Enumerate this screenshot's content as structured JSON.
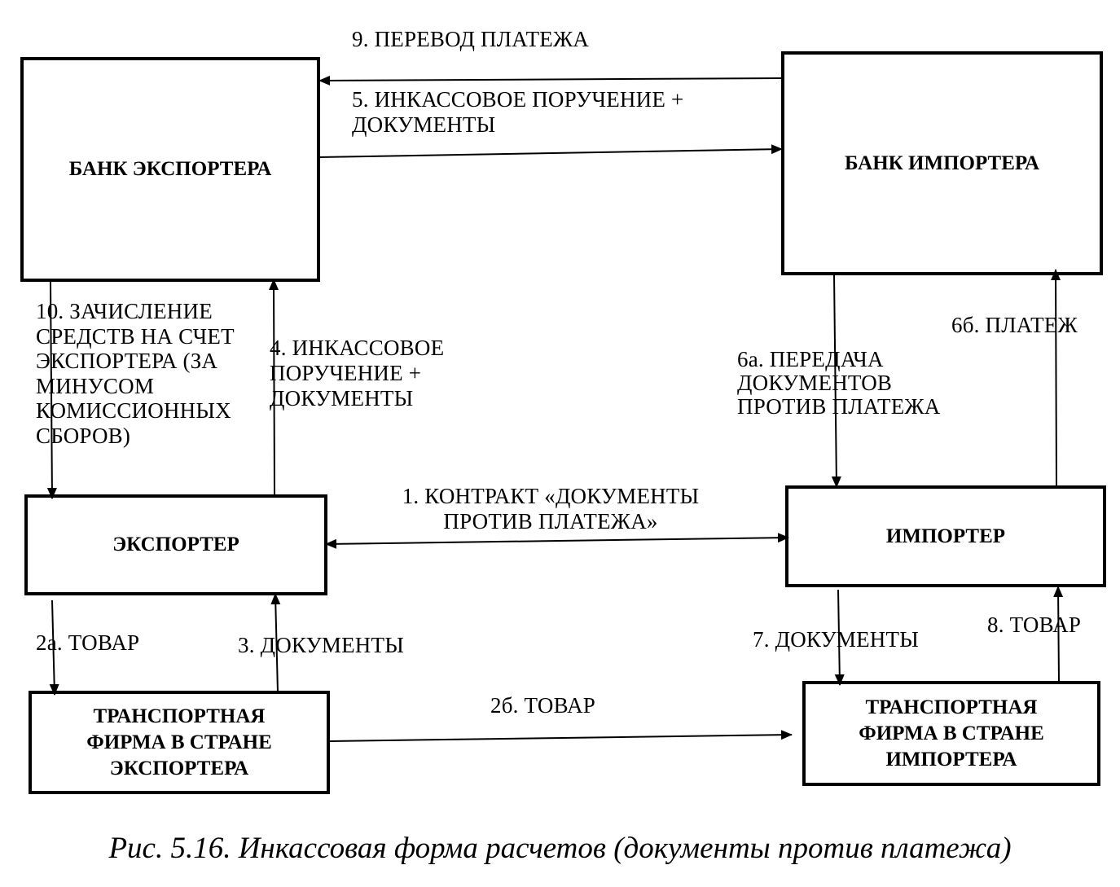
{
  "nodes": {
    "exporter_bank": "БАНК ЭКСПОРТЕРА",
    "importer_bank": "БАНК ИМПОРТЕРА",
    "exporter": "ЭКСПОРТЕР",
    "importer": "ИМПОРТЕР",
    "transport_exporter": "ТРАНСПОРТНАЯ\nФИРМА В СТРАНЕ\nЭКСПОРТЕРА",
    "transport_importer": "ТРАНСПОРТНАЯ\nФИРМА В СТРАНЕ\nИМПОРТЕРА"
  },
  "flows": {
    "f9": "9. ПЕРЕВОД ПЛАТЕЖА",
    "f5": "5. ИНКАССОВОЕ ПОРУЧЕНИЕ +\nДОКУМЕНТЫ",
    "f10": "10. ЗАЧИСЛЕНИЕ\nСРЕДСТВ НА СЧЕТ\nЭКСПОРТЕРА (ЗА\nМИНУСОМ\nКОМИССИОННЫХ\nСБОРОВ)",
    "f4": "4. ИНКАССОВОЕ\nПОРУЧЕНИЕ +\nДОКУМЕНТЫ",
    "f6a": "6а. ПЕРЕДАЧА\nДОКУМЕНТОВ\nПРОТИВ ПЛАТЕЖА",
    "f6b": "6б. ПЛАТЕЖ",
    "f1": "1. КОНТРАКТ «ДОКУМЕНТЫ\nПРОТИВ ПЛАТЕЖА»",
    "f2a": "2а. ТОВАР",
    "f3": "3. ДОКУМЕНТЫ",
    "f7": "7. ДОКУМЕНТЫ",
    "f8": "8. ТОВАР",
    "f2b": "2б. ТОВАР"
  },
  "caption": "Рис. 5.16. Инкассовая форма расчетов (документы против платежа)"
}
